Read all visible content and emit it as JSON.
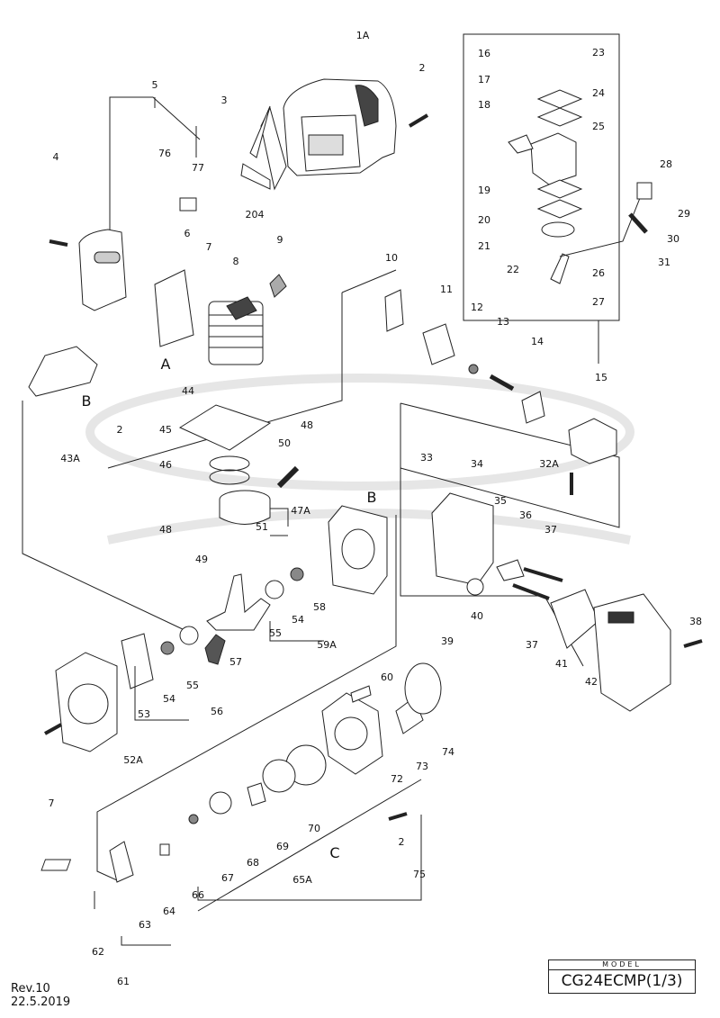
{
  "parts": {
    "p1A": "1A",
    "p2a": "2",
    "p2b": "2",
    "p2c": "2",
    "p3": "3",
    "p4": "4",
    "p5": "5",
    "p6": "6",
    "p7a": "7",
    "p7b": "7",
    "p8": "8",
    "p9": "9",
    "p10": "10",
    "p11": "11",
    "p12": "12",
    "p13": "13",
    "p14": "14",
    "p15": "15",
    "p16": "16",
    "p17": "17",
    "p18": "18",
    "p19": "19",
    "p20": "20",
    "p21": "21",
    "p22": "22",
    "p23": "23",
    "p24": "24",
    "p25": "25",
    "p26": "26",
    "p27": "27",
    "p28": "28",
    "p29": "29",
    "p30": "30",
    "p31": "31",
    "p32A": "32A",
    "p33": "33",
    "p34": "34",
    "p35": "35",
    "p36": "36",
    "p37a": "37",
    "p37b": "37",
    "p38": "38",
    "p39": "39",
    "p40": "40",
    "p41": "41",
    "p42": "42",
    "p43A": "43A",
    "p44": "44",
    "p45": "45",
    "p46": "46",
    "p47A": "47A",
    "p48a": "48",
    "p48b": "48",
    "p49": "49",
    "p50": "50",
    "p51": "51",
    "p52A": "52A",
    "p53": "53",
    "p54a": "54",
    "p54b": "54",
    "p55a": "55",
    "p55b": "55",
    "p56": "56",
    "p57": "57",
    "p58": "58",
    "p59A": "59A",
    "p60": "60",
    "p61": "61",
    "p62": "62",
    "p63": "63",
    "p64": "64",
    "p65A": "65A",
    "p66": "66",
    "p67": "67",
    "p68": "68",
    "p69": "69",
    "p70": "70",
    "p72": "72",
    "p73": "73",
    "p74": "74",
    "p75": "75",
    "p76": "76",
    "p77": "77",
    "p204": "204"
  },
  "refs": {
    "A": "A",
    "B1": "B",
    "B2": "B",
    "C": "C"
  },
  "footer": {
    "model_caption": "MODEL",
    "model_name": "CG24ECMP(1/3)",
    "revision": "Rev.10",
    "date": "22.5.2019"
  }
}
